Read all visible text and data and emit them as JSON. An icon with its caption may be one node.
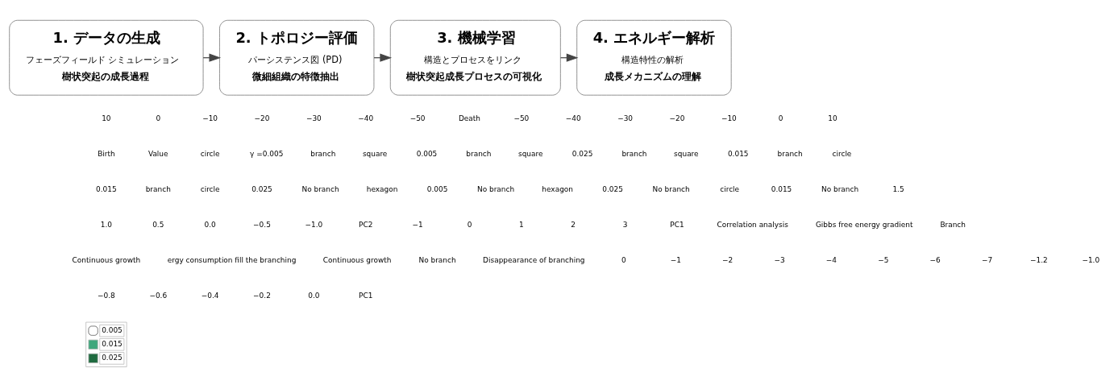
{
  "diagram": {
    "nodes": [
      {
        "text": [
          "1. データの生成",
          "フェーズフィールド シミュレーション",
          "樹状突起の成長過程"
        ]
      },
      {
        "text": [
          "2. トポロジー評価",
          "パーシステンス図 (PD)",
          "微細組織の特徴抽出"
        ]
      },
      {
        "text": [
          "3. 機械学習",
          "構造とプロセスをリンク",
          "樹状突起成長プロセスの可視化"
        ]
      },
      {
        "text": [
          "4. エネルギー解析",
          "構造特性の解析",
          "成長メカニズムの理解"
        ]
      }
    ],
    "edges": [
      {
        "from": 0,
        "to": 1,
        "arrow": "to"
      },
      {
        "from": 1,
        "to": 2,
        "arrow": "to"
      },
      {
        "from": 2,
        "to": 3,
        "arrow": "to"
      }
    ],
    "labels": [
      "10",
      "0",
      "−10",
      "−20",
      "−30",
      "−40",
      "−50",
      "Death",
      "−50",
      "−40",
      "−30",
      "−20",
      "−10",
      "0",
      "10",
      "Birth",
      "Value",
      "circle",
      "γ =0.005",
      "branch",
      "square",
      "0.005",
      "branch",
      "square",
      "0.025",
      "branch",
      "square",
      "0.015",
      "branch",
      "circle",
      "0.015",
      "branch",
      "circle",
      "0.025",
      "No branch",
      "hexagon",
      "0.005",
      "No branch",
      "hexagon",
      "0.025",
      "No branch",
      "circle",
      "0.015",
      "No branch",
      "1.5",
      "1.0",
      "0.5",
      "0.0",
      "−0.5",
      "−1.0",
      "PC2",
      "−1",
      "0",
      "1",
      "2",
      "3",
      "PC1",
      "Correlation analysis",
      "Gibbs free energy gradient",
      "Branch",
      "Continuous growth",
      "ergy consumption fill the branching",
      "Continuous growth",
      "No branch",
      "Disappearance of branching",
      "0",
      "−1",
      "−2",
      "−3",
      "−4",
      "−5",
      "−6",
      "−7",
      "−1.2",
      "−1.0",
      "−0.8",
      "−0.6",
      "−0.4",
      "−0.2",
      "0.0",
      "PC1"
    ],
    "legend": [
      {
        "text": "0.005"
      },
      {
        "text": "0.015",
        "color": "#3fa77c"
      },
      {
        "text": "0.025",
        "color": "#1f6b40"
      }
    ]
  }
}
